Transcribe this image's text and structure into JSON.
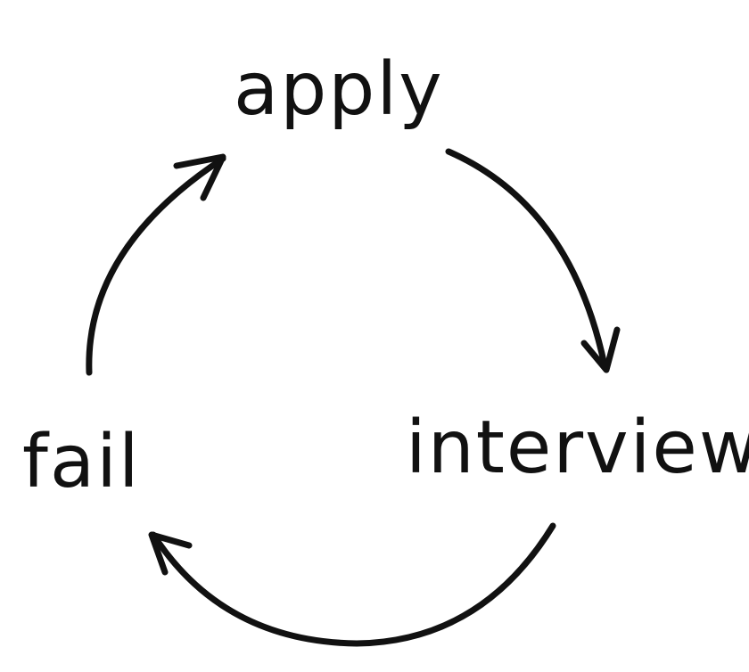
{
  "nodes": {
    "apply": "apply",
    "interview": "interview",
    "fail": "fail"
  },
  "colors": {
    "ink": "#111111",
    "background": "#ffffff"
  }
}
